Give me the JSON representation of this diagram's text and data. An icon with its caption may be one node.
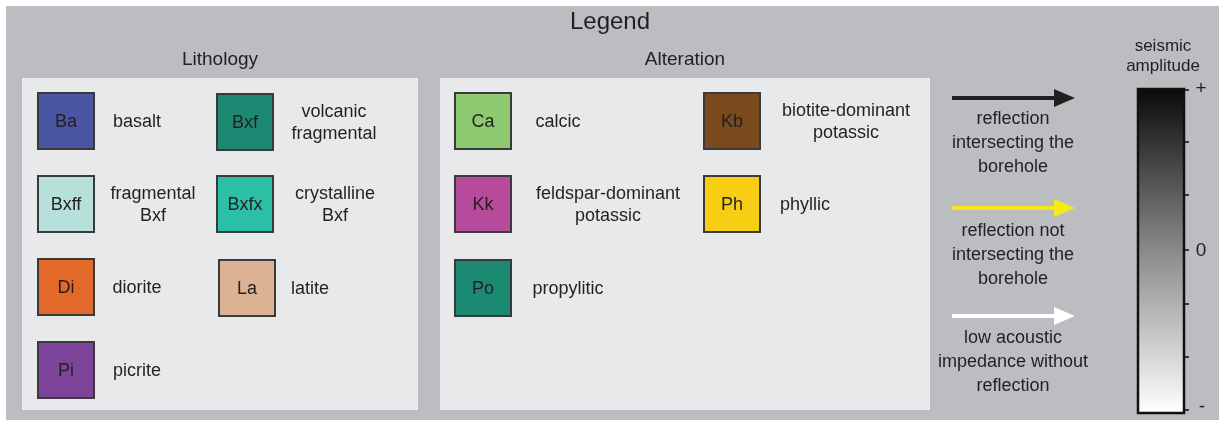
{
  "diagram": {
    "title": "Legend",
    "nodes": [
      {
        "text": [
          "Lithology"
        ]
      },
      {
        "text": [
          "Ba"
        ],
        "beside": [
          "basalt"
        ],
        "in": 0
      },
      {
        "text": [
          "Bxf"
        ],
        "beside": [
          "volcanic fragmental"
        ],
        "in": 0
      },
      {
        "text": [
          "Bxff"
        ],
        "beside": [
          "fragmental Bxf"
        ],
        "in": 0
      },
      {
        "text": [
          "Bxfx"
        ],
        "beside": [
          "crystalline Bxf"
        ],
        "in": 0
      },
      {
        "text": [
          "Di"
        ],
        "beside": [
          "diorite"
        ],
        "in": 0
      },
      {
        "text": [
          "La"
        ],
        "beside": [
          "latite"
        ],
        "in": 0
      },
      {
        "text": [
          "Pi"
        ],
        "beside": [
          "picrite"
        ],
        "in": 0
      },
      {
        "text": [
          "Alteration"
        ]
      },
      {
        "text": [
          "Ca"
        ],
        "beside": [
          "calcic"
        ],
        "in": 8
      },
      {
        "text": [
          "Kb"
        ],
        "beside": [
          "biotite-dominant potassic"
        ],
        "in": 8
      },
      {
        "text": [
          "Kk"
        ],
        "beside": [
          "feldspar-dominant potassic"
        ],
        "in": 8
      },
      {
        "text": [
          "Ph"
        ],
        "beside": [
          "phyllic"
        ],
        "in": 8
      },
      {
        "text": [
          "Po"
        ],
        "beside": [
          "propylitic"
        ],
        "in": 8
      }
    ],
    "edges": [],
    "labels": [
      "seismic amplitude",
      "+",
      "0",
      "-"
    ],
    "legend": [
      {
        "text": "reflection intersecting the borehole"
      },
      {
        "text": "reflection not intersecting the borehole"
      },
      {
        "text": "low acoustic impedance without reflection"
      }
    ]
  }
}
